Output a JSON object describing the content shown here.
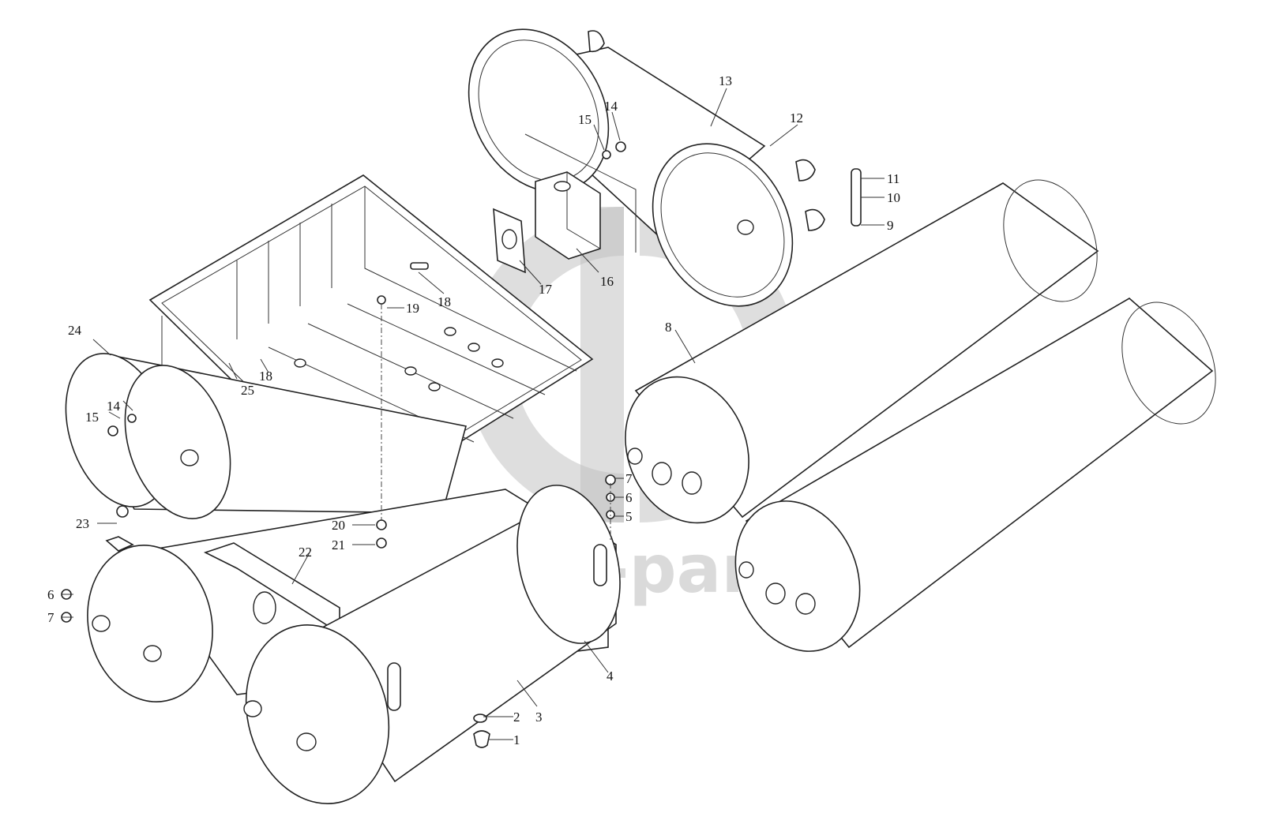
{
  "watermark": {
    "text": "data-parts"
  },
  "callouts": [
    "1",
    "2",
    "3",
    "4",
    "5",
    "6",
    "7",
    "8",
    "9",
    "10",
    "11",
    "12",
    "13",
    "14",
    "15",
    "16",
    "17",
    "18",
    "19",
    "20",
    "21",
    "22",
    "23",
    "24",
    "25"
  ]
}
